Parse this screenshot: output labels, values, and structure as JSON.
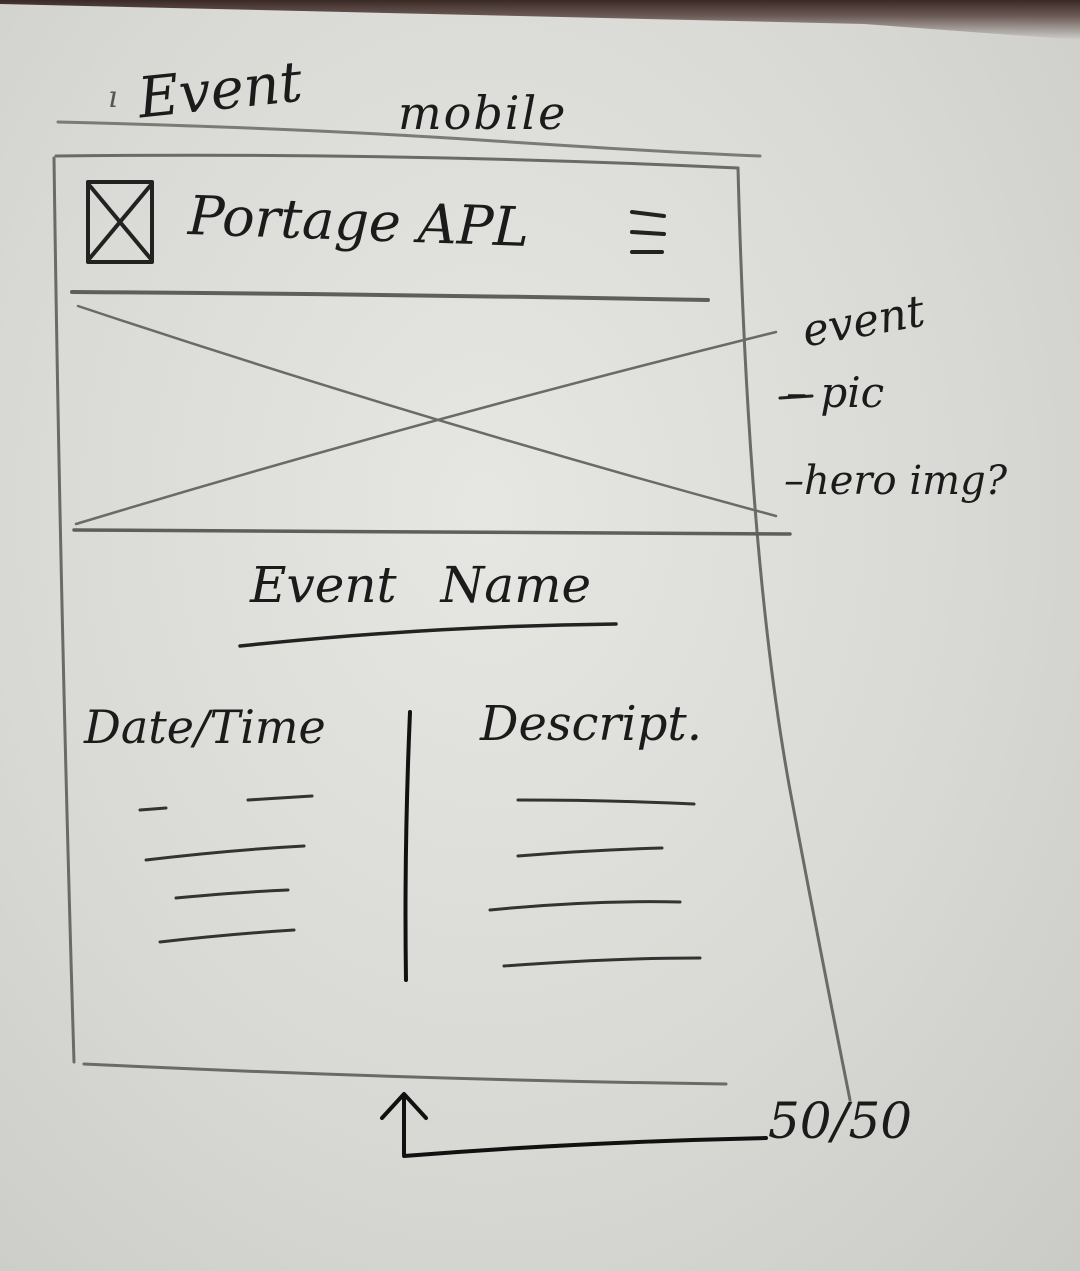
{
  "page_heading": {
    "event": "Event",
    "mobile": "mobile"
  },
  "wireframe": {
    "header": {
      "logo_icon": "logo-placeholder-icon",
      "site_name": "Portage APL",
      "menu_icon": "hamburger-menu-icon"
    },
    "hero": {
      "image_icon": "image-placeholder-icon"
    },
    "event_name": "Event Name",
    "columns": {
      "left_heading": "Date/Time",
      "right_heading": "Descript."
    }
  },
  "annotations": {
    "hero_note_1": "event",
    "hero_note_2": "– pic",
    "hero_note_3": "–hero img?",
    "split_note": "50/50"
  },
  "colors": {
    "ink": "#1b1b1b",
    "pencil": "#6a6a66",
    "paper": "#dededa"
  }
}
